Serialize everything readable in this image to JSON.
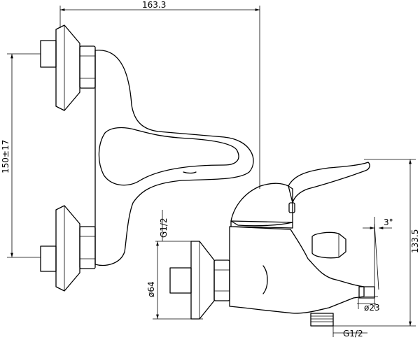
{
  "dimensions": {
    "width_top": "163.3",
    "spacing_vertical": "150±17",
    "thread_top": "G1/2",
    "rosette_diameter": "ø64",
    "height_right": "133.5",
    "angle": "3°",
    "spout_diameter": "ø23",
    "thread_bottom": "G1/2"
  }
}
